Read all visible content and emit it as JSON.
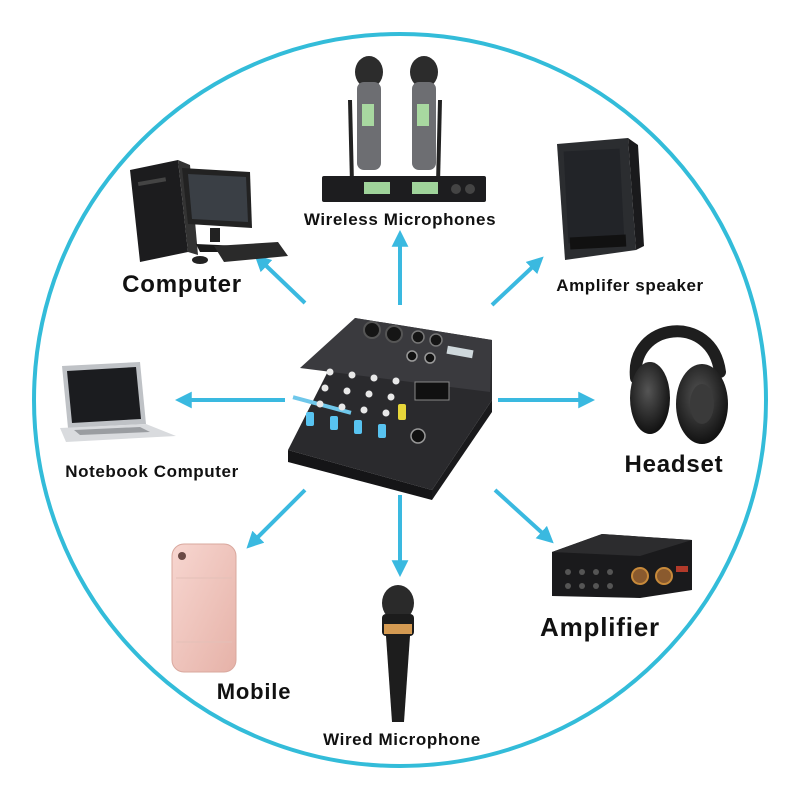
{
  "diagram": {
    "ring_color": "#33bcd9",
    "arrow_color": "#3ab9e0",
    "hub": {
      "icon": "audio-mixer-icon"
    },
    "devices": [
      {
        "id": "wireless-microphones",
        "label": "Wireless Microphones",
        "icon": "wireless-microphone-receiver-icon"
      },
      {
        "id": "computer",
        "label": "Computer",
        "icon": "desktop-computer-icon"
      },
      {
        "id": "amplifier-speaker",
        "label": "Amplifer speaker",
        "icon": "speaker-icon"
      },
      {
        "id": "notebook-computer",
        "label": "Notebook Computer",
        "icon": "laptop-icon"
      },
      {
        "id": "headset",
        "label": "Headset",
        "icon": "headphones-icon"
      },
      {
        "id": "mobile",
        "label": "Mobile",
        "icon": "smartphone-icon"
      },
      {
        "id": "wired-microphone",
        "label": "Wired Microphone",
        "icon": "wired-microphone-icon"
      },
      {
        "id": "amplifier",
        "label": "Amplifier",
        "icon": "amplifier-icon"
      }
    ]
  }
}
